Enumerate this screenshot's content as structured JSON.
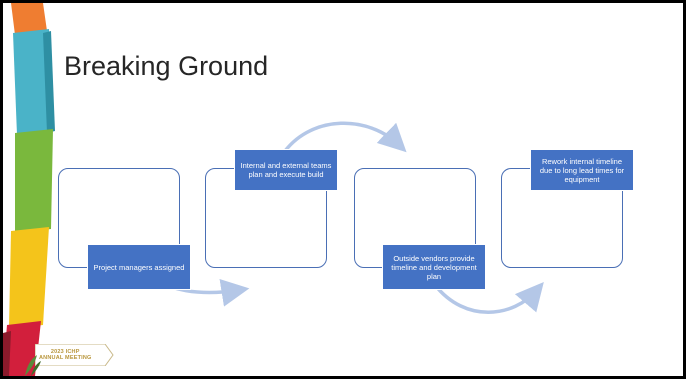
{
  "slide": {
    "title": "Breaking Ground"
  },
  "steps": [
    {
      "label": "Project managers assigned"
    },
    {
      "label": "Internal and external teams plan and execute build"
    },
    {
      "label": "Outside vendors provide timeline and development plan"
    },
    {
      "label": "Rework internal timeline due to long lead times for equipment"
    }
  ],
  "badge": {
    "line1": "2023 ICHP",
    "line2": "ANNUAL MEETING"
  },
  "colors": {
    "accent": "#4472c4",
    "outline": "#4a6fb5",
    "arrow": "#b4c7e7"
  }
}
